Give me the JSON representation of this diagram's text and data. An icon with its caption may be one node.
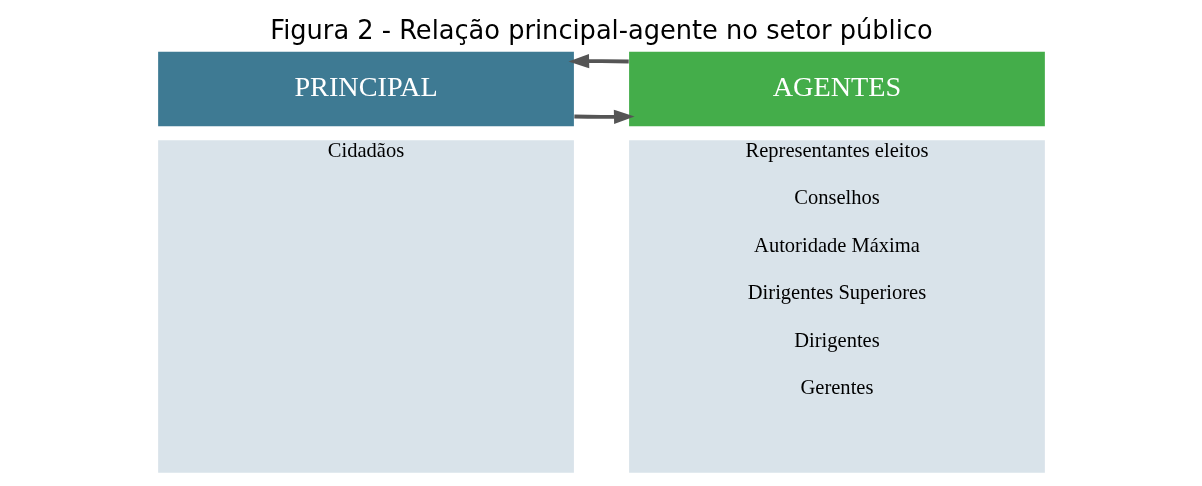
{
  "diagram": {
    "title": "Figura 2 - Relação principal-agente no setor público",
    "nodes": [
      {
        "text": [
          "PRINCIPAL"
        ]
      },
      {
        "text": [
          "AGENTES"
        ]
      },
      {
        "text": [
          "Cidadãos"
        ]
      },
      {
        "text": [
          "Representantes eleitos",
          "Conselhos",
          "Autoridade Máxima",
          "Dirigentes Superiores",
          "Dirigentes",
          "Gerentes"
        ]
      }
    ],
    "edges": [
      {
        "from": 0,
        "to": 1,
        "arrow": "to"
      },
      {
        "from": 1,
        "to": 0,
        "arrow": "to"
      }
    ]
  }
}
